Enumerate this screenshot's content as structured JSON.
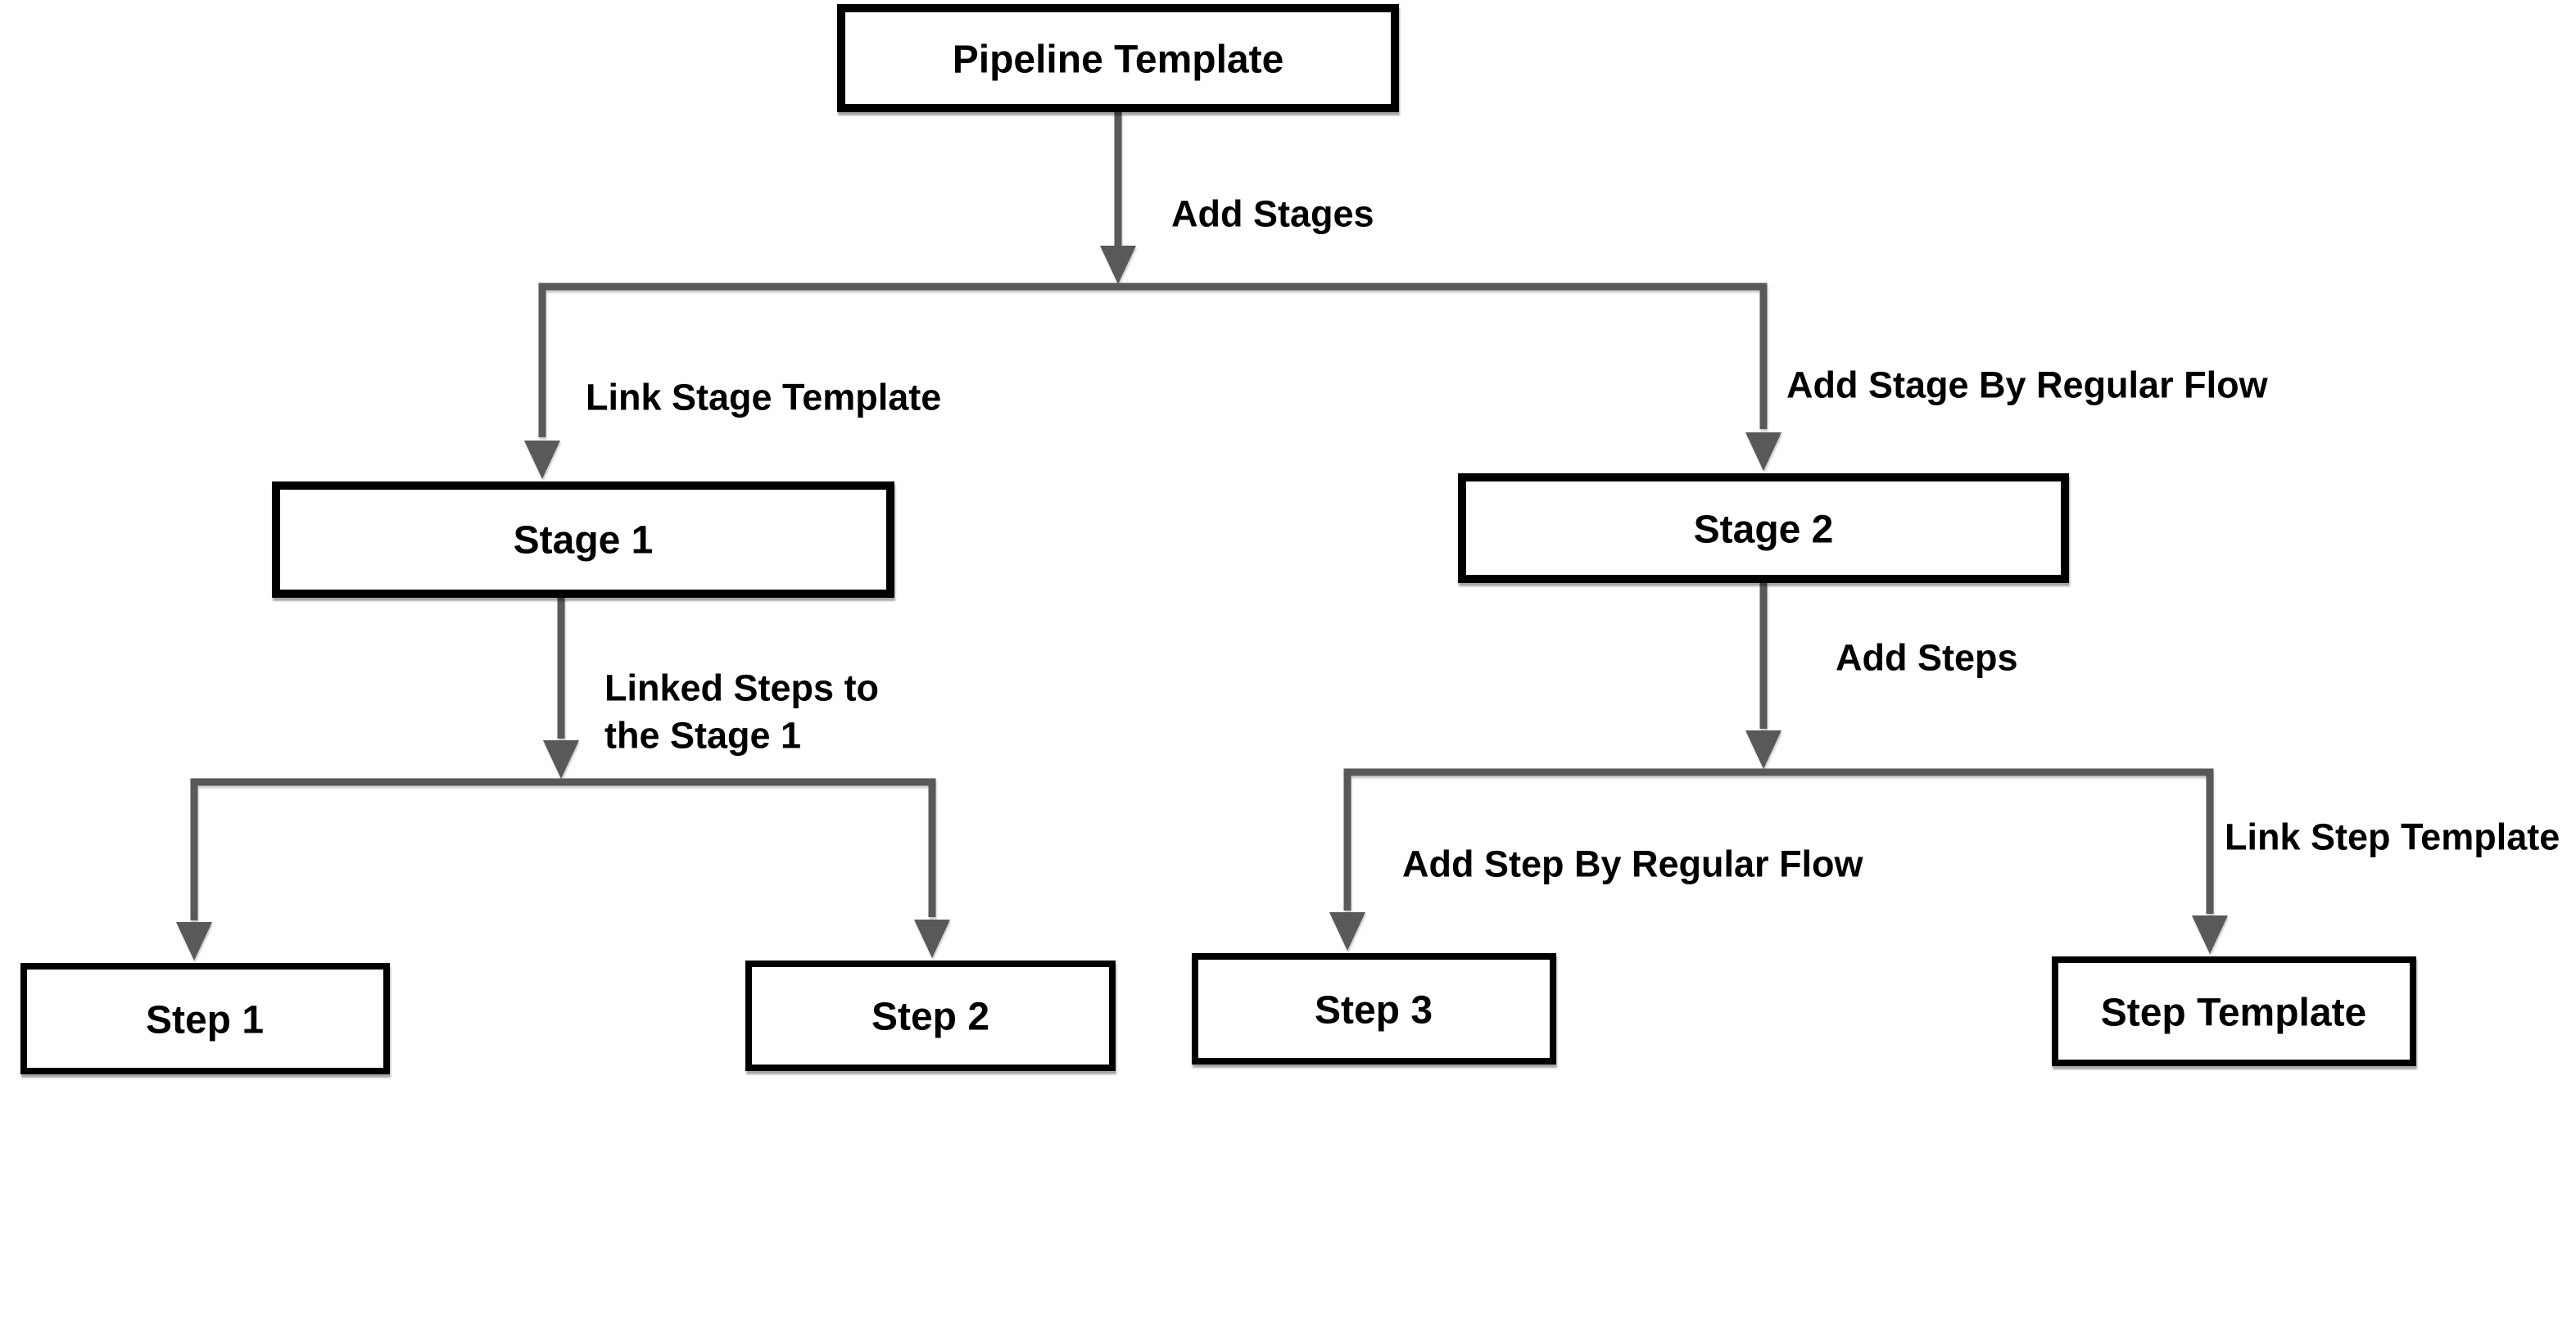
{
  "diagram": {
    "nodes": {
      "pipeline_template": {
        "label": "Pipeline Template"
      },
      "stage_1": {
        "label": "Stage 1"
      },
      "stage_2": {
        "label": "Stage 2"
      },
      "step_1": {
        "label": "Step 1"
      },
      "step_2": {
        "label": "Step 2"
      },
      "step_3": {
        "label": "Step 3"
      },
      "step_template": {
        "label": "Step Template"
      }
    },
    "edge_labels": {
      "add_stages": "Add Stages",
      "link_stage_template": "Link Stage Template",
      "add_stage_by_regular_flow": "Add Stage By Regular Flow",
      "linked_steps_to_stage_1_line_1": "Linked Steps to",
      "linked_steps_to_stage_1_line_2": "the Stage 1",
      "add_steps": "Add Steps",
      "add_step_by_regular_flow": "Add Step By Regular Flow",
      "link_step_template": "Link Step Template"
    },
    "colors": {
      "connector": "#595959",
      "node_border": "#000000",
      "node_fill": "#ffffff",
      "label_text": "#000000",
      "background": "#ffffff"
    }
  }
}
